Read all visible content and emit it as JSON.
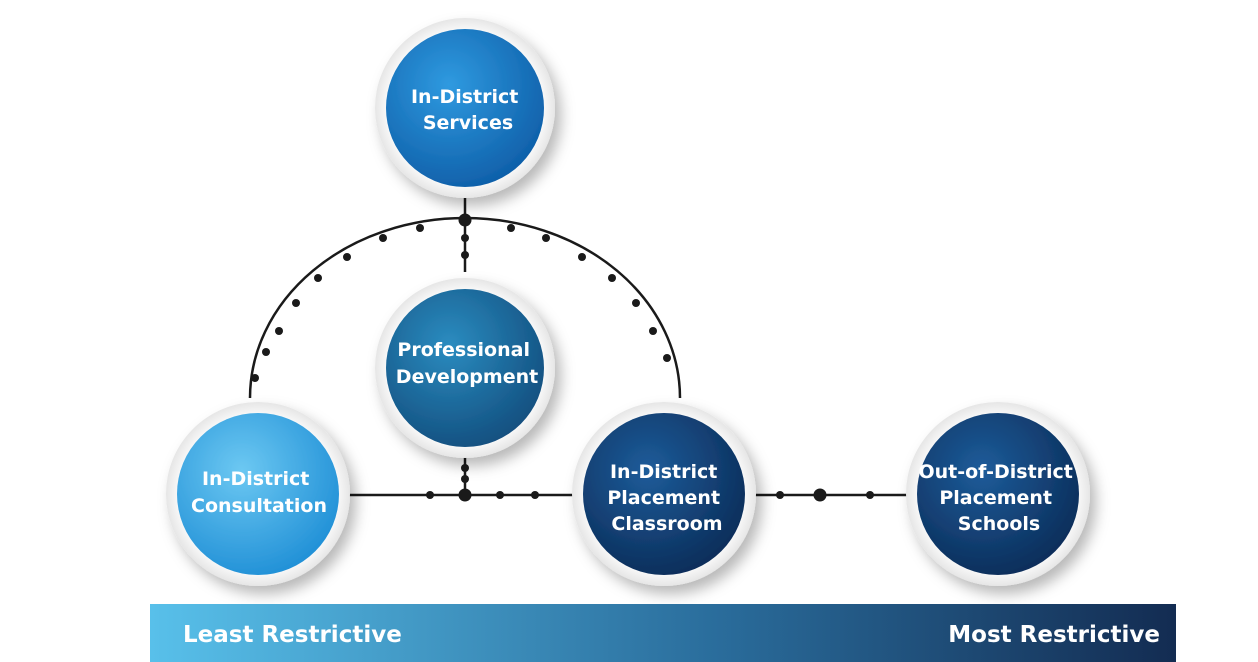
{
  "nodes": {
    "services": {
      "lines": [
        "In-District",
        "Services"
      ],
      "color": "blue"
    },
    "consultation": {
      "lines": [
        "In-District",
        "Consultation"
      ],
      "color": "light"
    },
    "professional": {
      "lines": [
        "Professional",
        "Development"
      ],
      "color": "teal"
    },
    "placement_classroom": {
      "lines": [
        "In-District",
        "Placement",
        "Classroom"
      ],
      "color": "navy"
    },
    "out_of_district": {
      "lines": [
        "Out-of-District",
        "Placement",
        "Schools"
      ],
      "color": "navy"
    }
  },
  "scale_bar": {
    "left_label": "Least Restrictive",
    "right_label": "Most Restrictive",
    "color_start": "#58c0ea",
    "color_end": "#132c52"
  },
  "colors": {
    "connector": "#1a1a1a",
    "light": "#43aee6",
    "blue": "#1a7ec9",
    "teal": "#1f6f9e",
    "navy": "#123d72"
  }
}
